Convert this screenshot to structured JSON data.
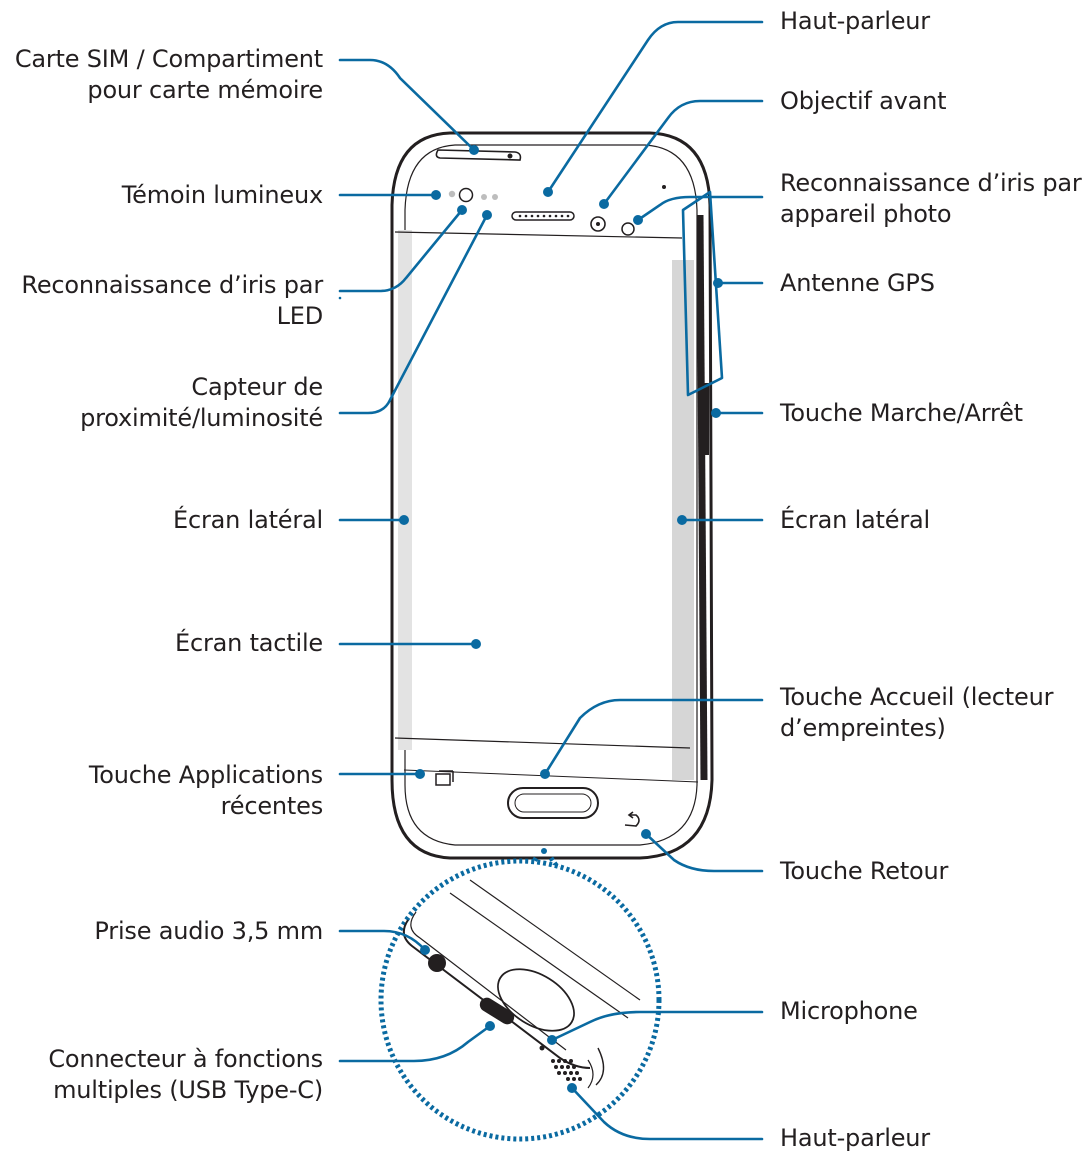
{
  "colors": {
    "callout": "#0a6aa1",
    "device_outline": "#231f20",
    "device_body": "#ffffff",
    "side_shading": "#d9d9d9",
    "label_text": "#231f20"
  },
  "labels": {
    "sim_tray": [
      "Carte SIM / Compartiment",
      "pour carte mémoire"
    ],
    "indicator": [
      "Témoin lumineux"
    ],
    "iris_led": [
      "Reconnaissance d’iris par",
      "LED"
    ],
    "proximity_sensor": [
      "Capteur de",
      "proximité/luminosité"
    ],
    "edge_screen_left": [
      "Écran latéral"
    ],
    "touchscreen": [
      "Écran tactile"
    ],
    "recent_apps_key": [
      "Touche Applications",
      "récentes"
    ],
    "audio_jack": [
      "Prise audio 3,5 mm"
    ],
    "usb_connector": [
      "Connecteur à fonctions",
      "multiples (USB Type-C)"
    ],
    "earpiece": [
      "Haut-parleur"
    ],
    "front_camera": [
      "Objectif avant"
    ],
    "iris_camera": [
      "Reconnaissance d’iris par",
      "appareil photo"
    ],
    "gps_antenna": [
      "Antenne GPS"
    ],
    "power_key": [
      "Touche Marche/Arrêt"
    ],
    "edge_screen_right": [
      "Écran latéral"
    ],
    "home_key": [
      "Touche Accueil (lecteur",
      "d’empreintes)"
    ],
    "back_key": [
      "Touche Retour"
    ],
    "microphone": [
      "Microphone"
    ],
    "loudspeaker": [
      "Haut-parleur"
    ]
  },
  "icons": {
    "recent_apps": "recent-apps-icon",
    "back": "back-arrow-icon",
    "home_key": "home-key-icon"
  }
}
